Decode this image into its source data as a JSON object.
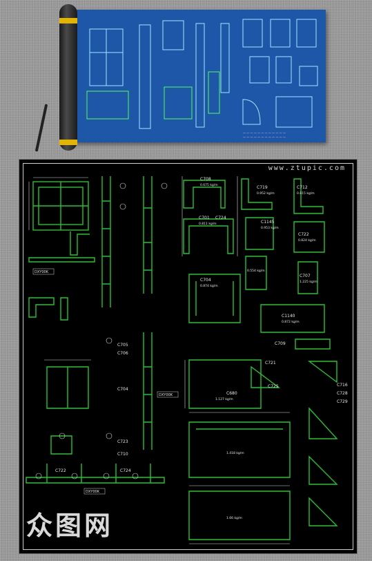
{
  "scene": {
    "colors": {
      "background": "#9a9a9a",
      "blueprint": "#1f57a8",
      "sheet": "#000000",
      "green": "#22c52e",
      "white": "#e8e8e8",
      "yellow": "#e3b400"
    }
  },
  "watermark_top": "www.ztupic.com",
  "watermark_logo": "众图网",
  "section_labels": [
    "C708",
    "C719",
    "C712",
    "C701",
    "C724",
    "C1145",
    "C722",
    "C704",
    "C707",
    "C705",
    "C706",
    "C1140",
    "C709",
    "C721",
    "C680",
    "C725",
    "C716",
    "C728",
    "C729",
    "C723",
    "C704",
    "C710",
    "C722",
    "C724"
  ],
  "stamps": [
    "DXY00K",
    "DXY00K",
    "DXY00K"
  ],
  "weights": [
    "0.675 kg/m",
    "0.952 kg/m",
    "0.815 kg/m",
    "0.811 kg/m",
    "0.953 kg/m",
    "0.824 kg/m",
    "0.554 kg/m",
    "1.225 kg/m",
    "0.874 kg/m",
    "0.872 kg/m",
    "1.127 kg/m",
    "1.418 kg/m",
    "1.66 kg/m"
  ]
}
